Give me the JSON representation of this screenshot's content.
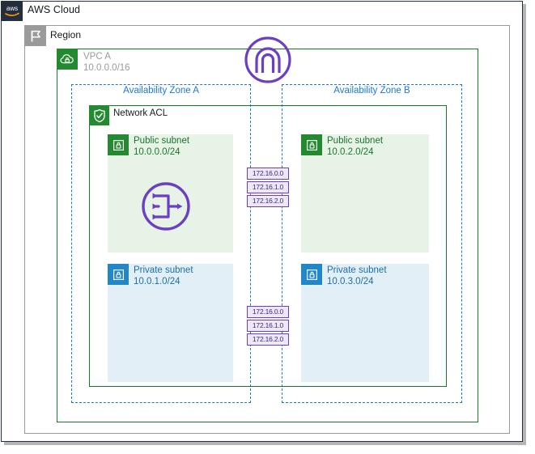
{
  "cloud": {
    "title": "AWS Cloud",
    "logo_icon": "aws-logo-icon"
  },
  "region": {
    "title": "Region",
    "icon": "region-flag-icon"
  },
  "vpc": {
    "name": "VPC A",
    "cidr": "10.0.0.0/16",
    "icon": "vpc-cloud-lock-icon"
  },
  "network_acl": {
    "title": "Network ACL",
    "icon": "network-acl-shield-lock-icon"
  },
  "gateway": {
    "icon": "vpn-gateway-icon"
  },
  "router": {
    "icon": "router-icon"
  },
  "availability_zones": [
    {
      "label": "Availability Zone A"
    },
    {
      "label": "Availability Zone B"
    }
  ],
  "subnets": [
    {
      "name": "Public subnet",
      "cidr": "10.0.0.0/24",
      "type": "public",
      "zone": "A",
      "icon": "subnet-lock-icon"
    },
    {
      "name": "Public subnet",
      "cidr": "10.0.2.0/24",
      "type": "public",
      "zone": "B",
      "icon": "subnet-lock-icon"
    },
    {
      "name": "Private subnet",
      "cidr": "10.0.1.0/24",
      "type": "private",
      "zone": "A",
      "icon": "subnet-lock-icon"
    },
    {
      "name": "Private subnet",
      "cidr": "10.0.3.0/24",
      "type": "private",
      "zone": "B",
      "icon": "subnet-lock-icon"
    }
  ],
  "cidr_labels": {
    "top": [
      "172.16.0.0",
      "172.16.1.0",
      "172.16.2.0"
    ],
    "bottom": [
      "172.16.0.0",
      "172.16.1.0",
      "172.16.2.0"
    ]
  },
  "colors": {
    "aws_navy": "#232F3E",
    "region_gray": "#9a9a9a",
    "green": "#197629",
    "green_icon": "#248A31",
    "green_fill": "#E8F3E8",
    "blue": "#1F77D0",
    "blue_icon": "#2088C9",
    "blue_fill": "#E3EFF7",
    "purple": "#6B3FC4"
  }
}
